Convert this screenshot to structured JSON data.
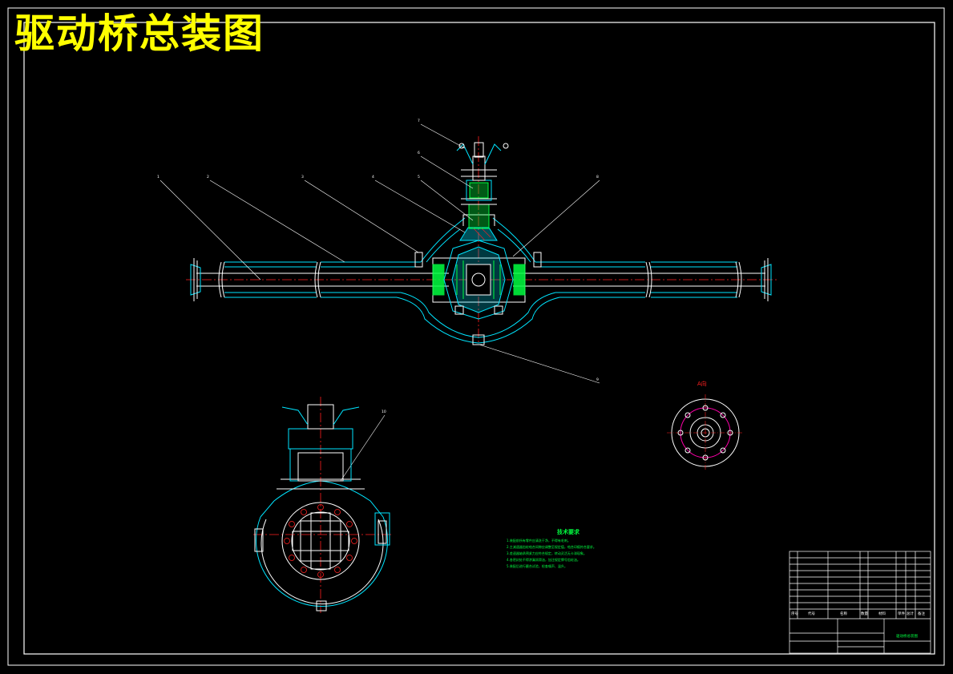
{
  "title": "驱动桥总装图",
  "views": {
    "detail_label": "A向"
  },
  "part_balloons": [
    "1",
    "2",
    "3",
    "4",
    "5",
    "6",
    "7",
    "8",
    "9",
    "10"
  ],
  "technical_requirements": {
    "heading": "技术要求",
    "notes": [
      "1.装配前所有零件应清洗干净，不得有毛刺。",
      "2.主减速器齿轮啮合间隙应调整至规定值，啮合印痕符合要求。",
      "3.差速器轴承预紧力应符合规定，转动灵活无卡滞现象。",
      "4.各密封处不得渗漏润滑油，加注规定牌号齿轮油。",
      "5.装配后进行磨合试验，检查噪声、温升。"
    ]
  },
  "title_block": {
    "headers": [
      "序号",
      "代号",
      "名称",
      "数量",
      "材料",
      "单件",
      "总计",
      "备注"
    ],
    "drawing_name": "驱动桥总装图"
  },
  "colors": {
    "background": "#000000",
    "title": "#ffff00",
    "outline": "#ffffff",
    "section": "#00e5ff",
    "gear": "#00ff40",
    "centerline": "#ff2020",
    "bolt_circle": "#ff00aa"
  }
}
